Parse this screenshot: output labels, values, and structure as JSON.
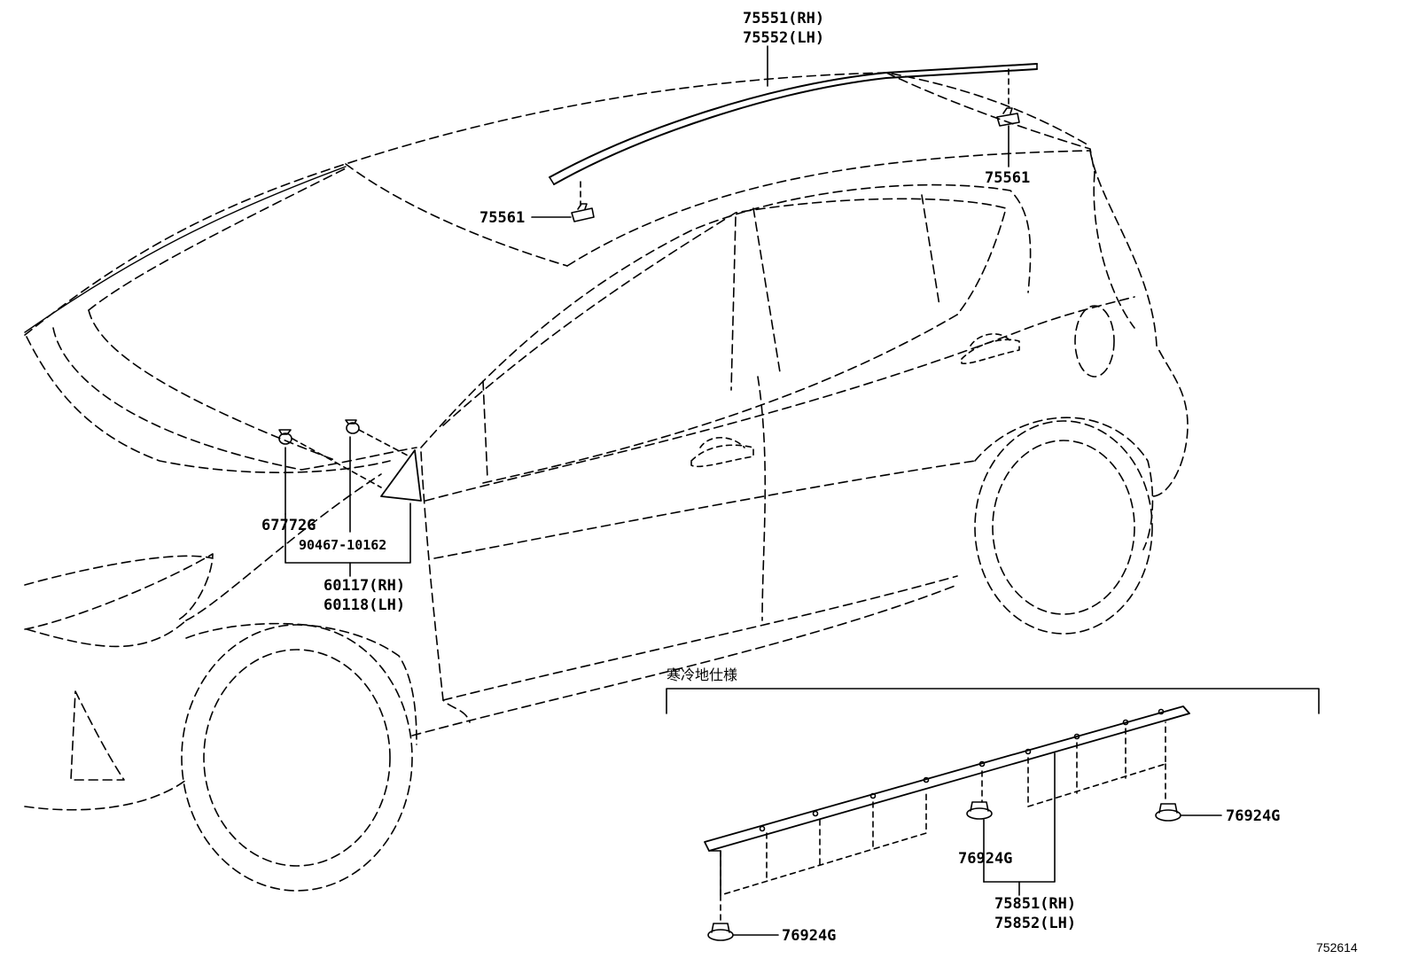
{
  "labels": {
    "roof_molding_rh": "75551(RH)",
    "roof_molding_lh": "75552(LH)",
    "clip_front": "75561",
    "clip_rear": "75561",
    "pillar_clip": "67772G",
    "pillar_screw": "90467-10162",
    "pillar_garnish_rh": "60117(RH)",
    "pillar_garnish_lh": "60118(LH)",
    "cold_area_spec": "寒冷地仕様",
    "rocker_clip_center": "76924G",
    "rocker_clip_right": "76924G",
    "rocker_clip_left": "76924G",
    "rocker_molding_rh": "75851(RH)",
    "rocker_molding_lh": "75852(LH)",
    "diagram_code": "752614"
  },
  "colors": {
    "line": "#000000",
    "background": "#ffffff"
  }
}
